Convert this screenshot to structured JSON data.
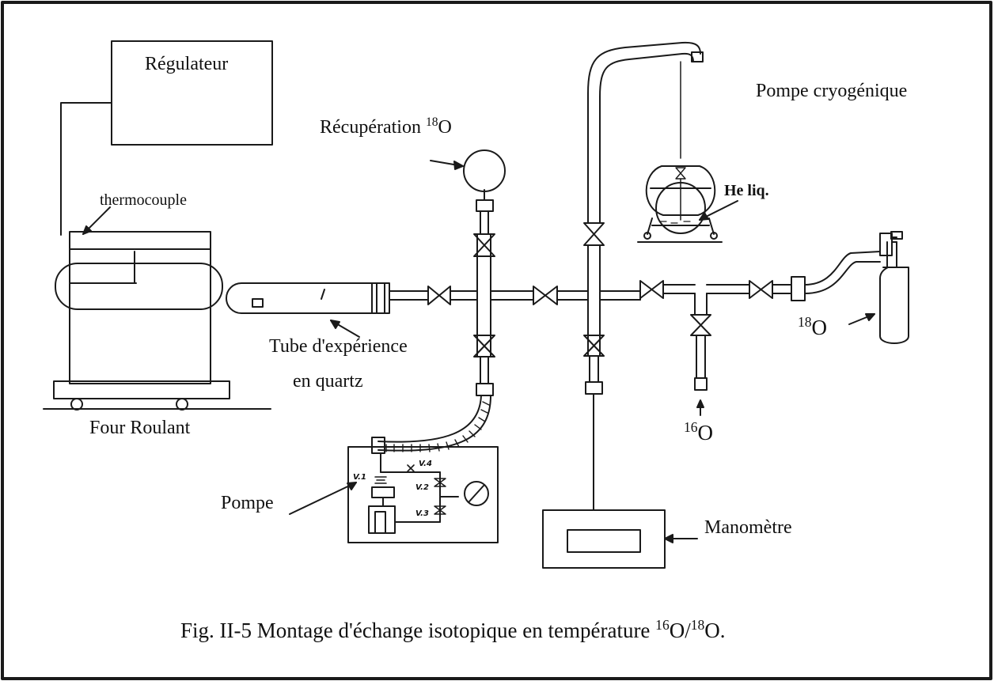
{
  "labels": {
    "regulateur": "Régulateur",
    "thermocouple": "thermocouple",
    "recuperation": "Récupération",
    "pompe_cryo": "Pompe cryogénique",
    "he_liq": "He liq.",
    "tube_line1": "Tube d'expérience",
    "tube_line2": "en quartz",
    "four": "Four Roulant",
    "pompe": "Pompe",
    "manometre": "Manomètre",
    "o18_sup": "18",
    "o16_sup": "16",
    "o_symbol": "O",
    "v1": "V.1",
    "v2": "V.2",
    "v3": "V.3",
    "v4": "V.4"
  },
  "caption": {
    "text": "Fig. II-5 Montage d'échange isotopique en température",
    "sup1": "16",
    "mid": "O/",
    "sup2": "18",
    "end": "O."
  }
}
